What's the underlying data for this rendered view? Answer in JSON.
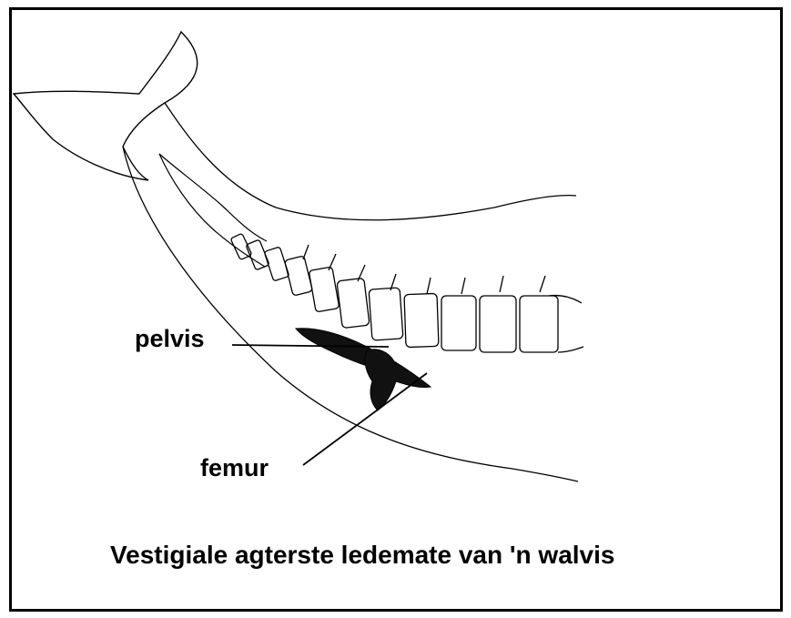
{
  "labels": {
    "pelvis": "pelvis",
    "femur": "femur"
  },
  "caption": "Vestigiale agterste ledemate van 'n walvis",
  "colors": {
    "ink": "#000000",
    "background": "#ffffff"
  }
}
